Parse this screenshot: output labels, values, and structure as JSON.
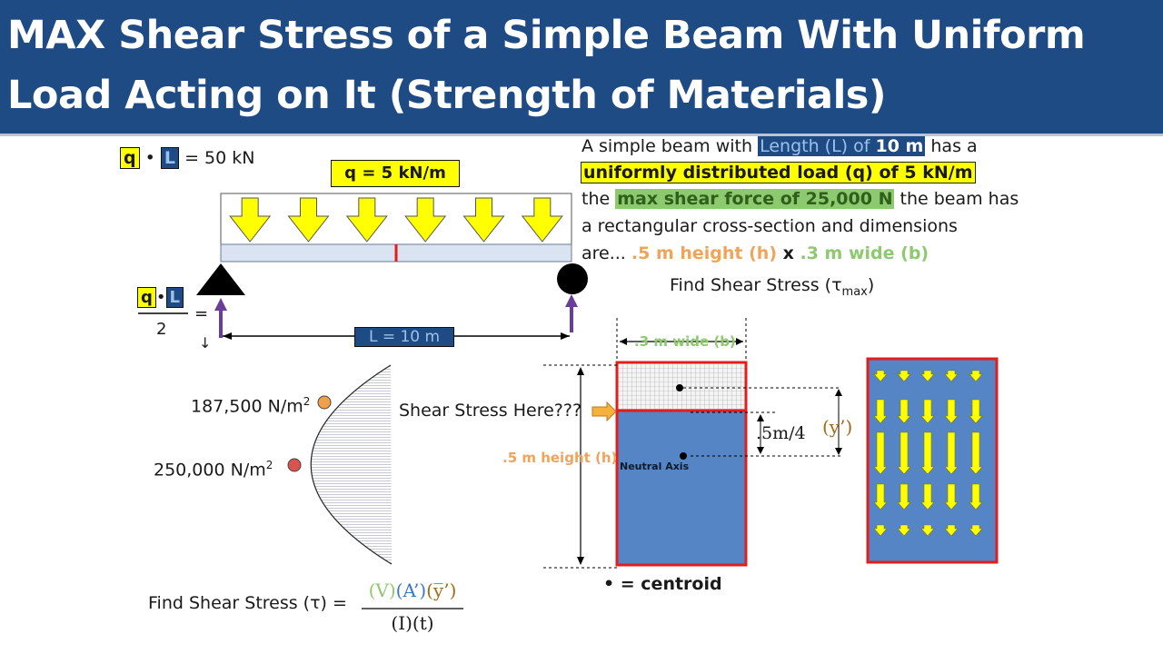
{
  "title": "MAX Shear Stress of a Simple Beam With Uniform Load Acting on It (Strength of Materials)",
  "problem": {
    "line1_pre": "A simple beam with ",
    "line1_hl": "Length (L) of ",
    "line1_hl_bold": "10 m",
    "line1_post": " has a",
    "line2_hl": "uniformly distributed load (q) of 5 kN/m",
    "line3_pre": "the ",
    "line3_hl": "max shear force of 25,000 N",
    "line3_post": " the beam has",
    "line4": "a rectangular cross-section and dimensions",
    "line5_pre": "are... ",
    "line5_height": ".5 m height (h)",
    "line5_x": " x ",
    "line5_wide": ".3 m wide (b)",
    "find_pre": "Find Shear Stress (τ",
    "find_sub": "max",
    "find_post": ")"
  },
  "beam": {
    "q_symbol": "q",
    "dot": "•",
    "l_symbol": "L",
    "product_result": "= 50 kN",
    "load_label": "q = 5 kN/m",
    "reaction_den": "2",
    "reaction_eq": "=",
    "down_arrow": "↓",
    "length_label": "L =  10 m",
    "arrows_count": 6
  },
  "distribution": {
    "label_upper": "187,500 N/m",
    "label_lower": "250,000 N/m",
    "sup": "2",
    "colors": {
      "upper_point": "#f0a04a",
      "lower_point": "#d9534f"
    }
  },
  "section": {
    "width_label": ".3 m wide (b)",
    "height_label": ".5 m height (h)",
    "question": "Shear Stress Here???",
    "neutral_axis": "Neutral Axis",
    "quarter_label": ".5m/4",
    "y_prime": "(y’)",
    "centroid_legend": "• = centroid"
  },
  "formula": {
    "label": "Find Shear Stress (τ) =",
    "num_v": "(V)",
    "num_a": "(A’)",
    "num_y": "(y̅’)",
    "den_i": "(I)",
    "den_t": "(t)"
  },
  "colors": {
    "banner": "#1f4b85",
    "section_fill": "#5585c4",
    "border_red": "#e31c1c",
    "arrow_yellow": "#ffff00",
    "reaction_purple": "#6a3d9a"
  }
}
